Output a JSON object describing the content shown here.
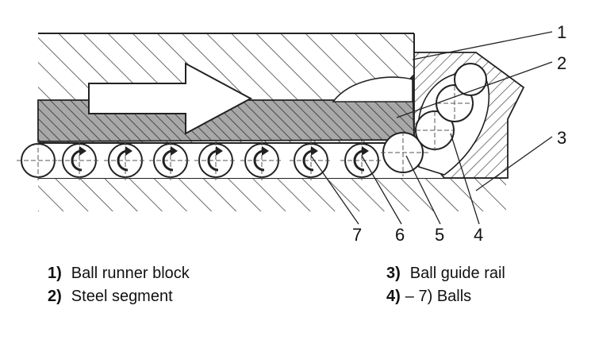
{
  "callouts": [
    "1",
    "2",
    "3",
    "4",
    "5",
    "6",
    "7"
  ],
  "legend": [
    {
      "num": "1)",
      "text": "Ball runner block"
    },
    {
      "num": "2)",
      "text": "Steel segment"
    },
    {
      "num": "3)",
      "text": "Ball guide rail"
    },
    {
      "num": "4)",
      "text": "– 7) Balls"
    }
  ]
}
